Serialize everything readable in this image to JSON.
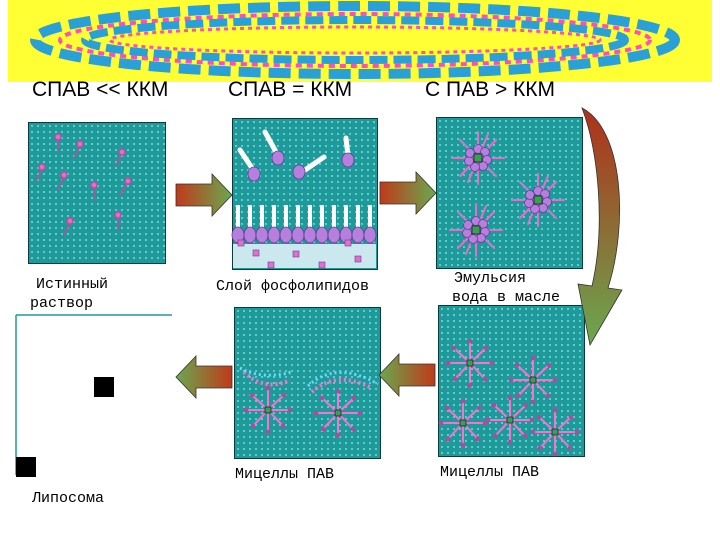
{
  "headers": {
    "h1": "СПАВ << ККМ",
    "h2": "СПАВ = ККМ",
    "h3": "С ПАВ > ККМ"
  },
  "captions": {
    "true_solution_line1": "Истинный",
    "true_solution_line2": "раствор",
    "phospholipid_layer": "Слой фосфолипидов",
    "emulsion_line1": "Эмульсия",
    "emulsion_line2": "вода в масле",
    "micelles_1": "Мицеллы ПАВ",
    "micelles_2": "Мицеллы ПАВ",
    "liposome": "Липосома"
  },
  "colors": {
    "banner": "#ffff33",
    "panel": "#1e9a9a",
    "surfactant_head": "#b57fdc",
    "micelle_tail": "#e070c8",
    "arrow_red": "#c03a1a",
    "arrow_green": "#6aa84f"
  }
}
